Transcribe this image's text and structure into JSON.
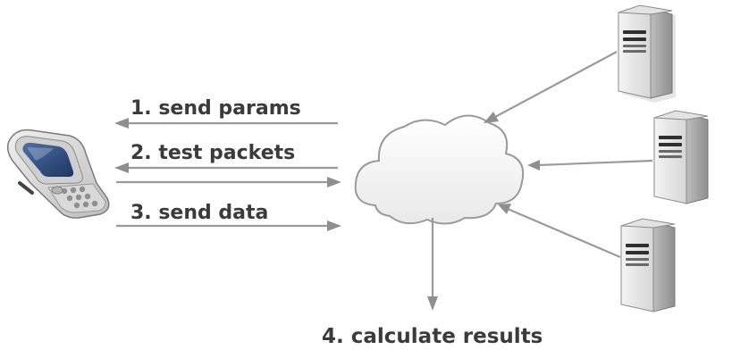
{
  "steps": {
    "step1": "1. send params",
    "step2": "2. test packets",
    "step3": "3. send data",
    "step4": "4. calculate results"
  },
  "nodes": {
    "client": "mobile-phone-icon",
    "network": "cloud-icon",
    "servers": [
      "server-icon",
      "server-icon",
      "server-icon"
    ]
  },
  "colors": {
    "text": "#3b3b3b",
    "arrow": "#9a9a9a",
    "cloud_fill": "#f5f5f5",
    "cloud_stroke": "#9a9a9a",
    "server_body": "#e8e8e8",
    "phone_screen": "#2f4a78"
  }
}
